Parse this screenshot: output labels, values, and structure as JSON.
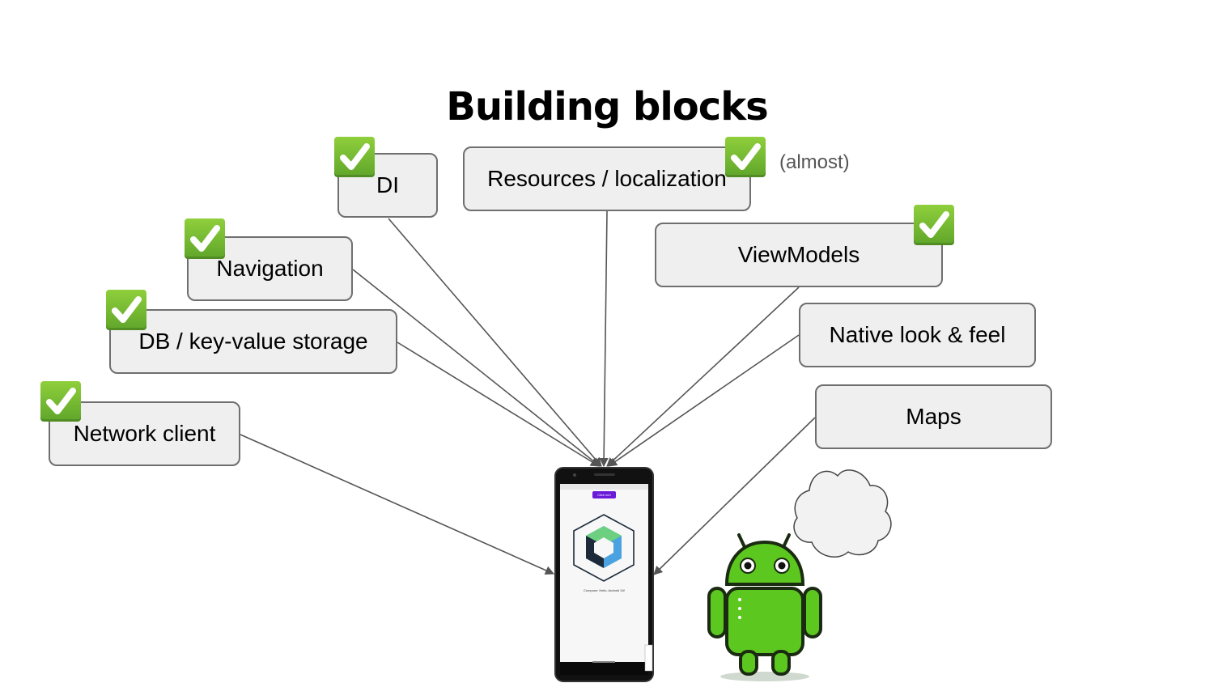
{
  "title": "Building blocks",
  "blocks": [
    {
      "label": "DI",
      "done": true
    },
    {
      "label": "Resources / localization",
      "done": true,
      "note": "(almost)"
    },
    {
      "label": "Navigation",
      "done": true
    },
    {
      "label": "DB / key-value storage",
      "done": true
    },
    {
      "label": "Network client",
      "done": true
    },
    {
      "label": "ViewModels",
      "done": true
    },
    {
      "label": "Native look & feel",
      "done": false
    },
    {
      "label": "Maps",
      "done": false
    }
  ],
  "phone": {
    "button_label": "Click me!",
    "greeting": "Compose: Hello, Android 34!"
  },
  "colors": {
    "check_green": "#6ab53a",
    "box_fill": "#efefef",
    "android_green": "#5cc81f"
  }
}
